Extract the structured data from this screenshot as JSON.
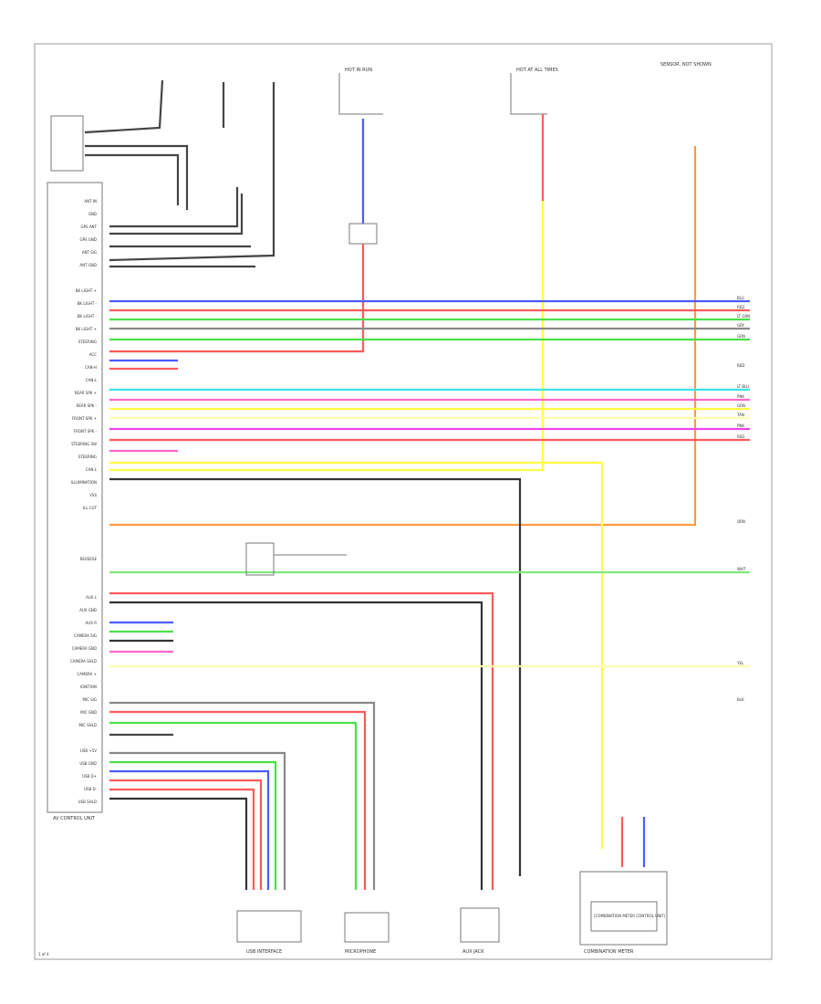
{
  "colors": {
    "blue": "#4a5cff",
    "red": "#ff5a5a",
    "green": "#4ae04a",
    "lightgreen": "#7fe87f",
    "cyan": "#38e8e8",
    "pink": "#ff66cc",
    "magenta": "#ee44ee",
    "yellow": "#ffff44",
    "orange": "#ff9a3c",
    "black": "#333333",
    "grey": "#888888",
    "paleyellow": "#ffffaa"
  },
  "labels": {
    "unit_bottom_left": "AV CONTROL UNIT",
    "footer_code": "1 of 4",
    "comp_usb": "USB INTERFACE",
    "comp_mic": "MICROPHONE",
    "comp_aux": "AUX JACK",
    "comp_meter": "COMBINATION METER",
    "meter_inner": "(COMBINATION METER CONTROL UNIT)",
    "top_fuse_1": "HOT IN RUN",
    "top_fuse_2": "HOT AT ALL TIMES",
    "top_right_note": "SENSOR, NOT SHOWN"
  },
  "pins": [
    "ANT IN",
    "GND",
    "GPS ANT",
    "GPS GND",
    "ANT SIG",
    "ANT GND",
    "",
    "BK LIGHT +",
    "BK LIGHT -",
    "BK LIGHT -",
    "BK LIGHT +",
    "STEERING",
    "ACC",
    "CAN-H",
    "CAN-L",
    "REAR SPK +",
    "REAR SPK -",
    "FRONT SPK +",
    "FRONT SPK -",
    "STEERING SW",
    "STEERING",
    "CAN-L",
    "ILLUMINATION",
    "VSS",
    "ILL CUT",
    "",
    "",
    "",
    "REVERSE",
    "",
    "",
    "AUX L",
    "AUX GND",
    "AUX R",
    "CAMERA SIG",
    "CAMERA GND",
    "CAMERA SHLD",
    "CAMERA +",
    "IGNITION",
    "MIC SIG",
    "MIC GND",
    "MIC SHLD",
    "",
    "USB +5V",
    "USB GND",
    "USB D+",
    "USB D-",
    "USB SHLD"
  ],
  "wire_tags": [
    "BLU",
    "RED",
    "LT GRN",
    "GRY",
    "GRN",
    "RED",
    "LT BLU",
    "PNK",
    "GRN",
    "TAN",
    "PNK",
    "RED",
    "ORN",
    "WHT",
    "YEL",
    "BLK"
  ]
}
